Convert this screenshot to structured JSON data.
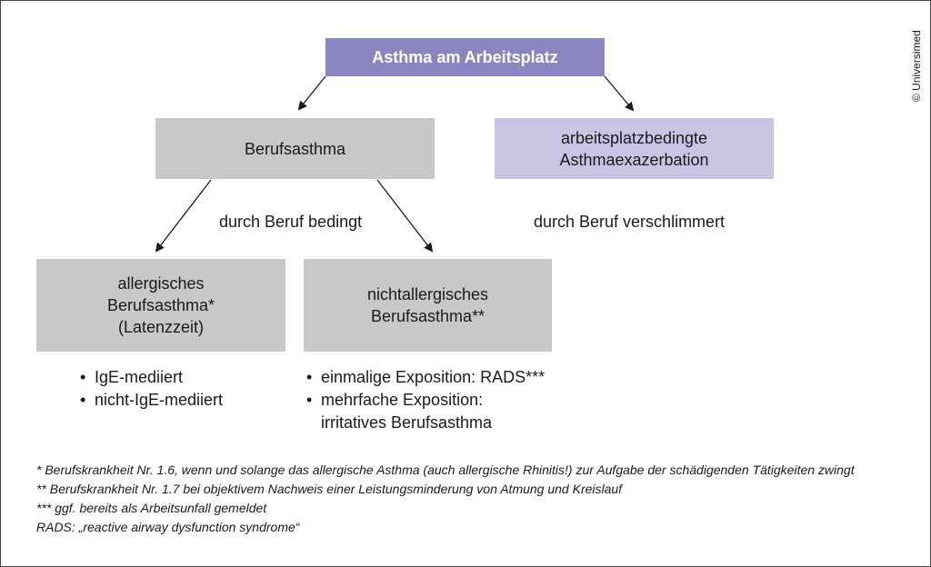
{
  "title": "Asthma am Arbeitsplatz",
  "copyright": "© Universimed",
  "nodes": {
    "berufsasthma": "Berufsasthma",
    "exazerbation": [
      "arbeitsplatzbedingte",
      "Asthmaexazerbation"
    ],
    "allergisch": [
      "allergisches",
      "Berufsasthma*",
      "(Latenzzeit)"
    ],
    "nichtallergisch": [
      "nichtallergisches",
      "Berufsasthma**"
    ]
  },
  "labels": {
    "bedingt": "durch Beruf bedingt",
    "verschlimmert": "durch Beruf verschlimmert"
  },
  "bullets_allergisch": [
    "IgE-mediiert",
    "nicht-IgE-mediiert"
  ],
  "bullets_nichtallergisch": [
    "einmalige Exposition: RADS***",
    "mehrfache Exposition:",
    "irritatives Berufsasthma"
  ],
  "footnotes": [
    "* Berufskrankheit Nr. 1.6, wenn und solange das allergische Asthma (auch allergische Rhinitis!) zur Aufgabe der schädigenden Tätigkeiten zwingt",
    "** Berufskrankheit Nr. 1.7 bei objektivem Nachweis einer Leistungsminderung von Atmung und Kreislauf",
    "*** ggf. bereits als Arbeitsunfall gemeldet",
    "RADS: „reactive airway dysfunction syndrome“"
  ],
  "colors": {
    "top": "#8a86c0",
    "exazerbation": "#c7c4e4",
    "gray_box": "#c8c8c8",
    "arrow": "#1a1a1a"
  }
}
